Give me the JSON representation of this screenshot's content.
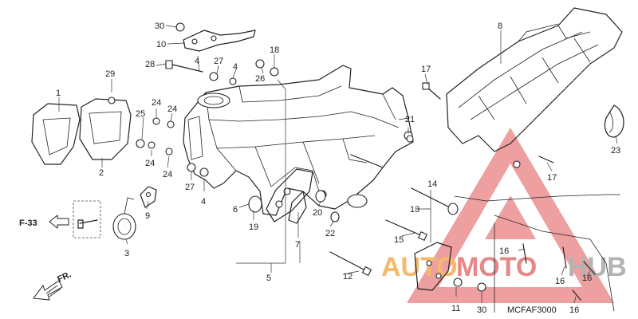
{
  "diagram": {
    "ref_code": "MCFAF3000",
    "direction_fr": "FR.",
    "section_ref": "F-33",
    "watermark": {
      "part1": "AUTO",
      "part2": "MOTO",
      "part3": "HUB",
      "color1": "#f2a23a",
      "color2": "#e06060",
      "color3": "#9a9a9a"
    }
  },
  "callouts": [
    {
      "id": "c1",
      "text": "1"
    },
    {
      "id": "c2",
      "text": "2"
    },
    {
      "id": "c3",
      "text": "3"
    },
    {
      "id": "c4a",
      "text": "4"
    },
    {
      "id": "c4b",
      "text": "4"
    },
    {
      "id": "c4c",
      "text": "4"
    },
    {
      "id": "c5",
      "text": "5"
    },
    {
      "id": "c6",
      "text": "6"
    },
    {
      "id": "c7",
      "text": "7"
    },
    {
      "id": "c8",
      "text": "8"
    },
    {
      "id": "c9",
      "text": "9"
    },
    {
      "id": "c10",
      "text": "10"
    },
    {
      "id": "c11",
      "text": "11"
    },
    {
      "id": "c12",
      "text": "12"
    },
    {
      "id": "c13",
      "text": "13"
    },
    {
      "id": "c14",
      "text": "14"
    },
    {
      "id": "c15",
      "text": "15"
    },
    {
      "id": "c16a",
      "text": "16"
    },
    {
      "id": "c16b",
      "text": "16"
    },
    {
      "id": "c16c",
      "text": "16"
    },
    {
      "id": "c16d",
      "text": "16"
    },
    {
      "id": "c17a",
      "text": "17"
    },
    {
      "id": "c17b",
      "text": "17"
    },
    {
      "id": "c18",
      "text": "18"
    },
    {
      "id": "c19",
      "text": "19"
    },
    {
      "id": "c20",
      "text": "20"
    },
    {
      "id": "c21",
      "text": "21"
    },
    {
      "id": "c22",
      "text": "22"
    },
    {
      "id": "c23",
      "text": "23"
    },
    {
      "id": "c24a",
      "text": "24"
    },
    {
      "id": "c24b",
      "text": "24"
    },
    {
      "id": "c24c",
      "text": "24"
    },
    {
      "id": "c24d",
      "text": "24"
    },
    {
      "id": "c25",
      "text": "25"
    },
    {
      "id": "c26",
      "text": "26"
    },
    {
      "id": "c27a",
      "text": "27"
    },
    {
      "id": "c27b",
      "text": "27"
    },
    {
      "id": "c28",
      "text": "28"
    },
    {
      "id": "c29",
      "text": "29"
    },
    {
      "id": "c30a",
      "text": "30"
    },
    {
      "id": "c30b",
      "text": "30"
    }
  ]
}
